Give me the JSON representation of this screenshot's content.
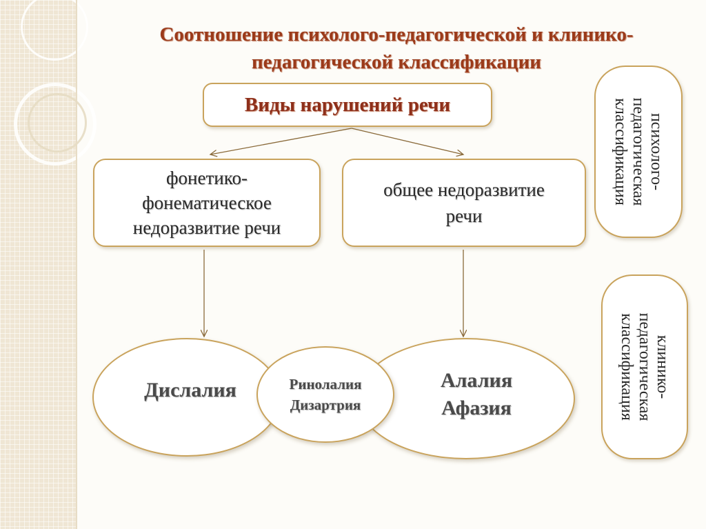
{
  "title": "Соотношение психолого-педагогической и клинико-педагогической  классификации",
  "root": "Виды нарушений речи",
  "branches": {
    "left": "фонетико-\nфонематическое\nнедоразвитие речи",
    "right": "общее недоразвитие\nречи"
  },
  "ellipses": {
    "left": "Дислалия",
    "center": "Ринолалия\nДизартрия",
    "right": "Алалия\nАфазия"
  },
  "side_labels": {
    "top": "психолого-\nпедагогическая\nклассификация",
    "bottom": "клинико-\nпедагогическая\nклассификация"
  },
  "colors": {
    "title": "#9b3a1a",
    "border": "#c9a35c",
    "arrow": "#8a6a3a"
  }
}
